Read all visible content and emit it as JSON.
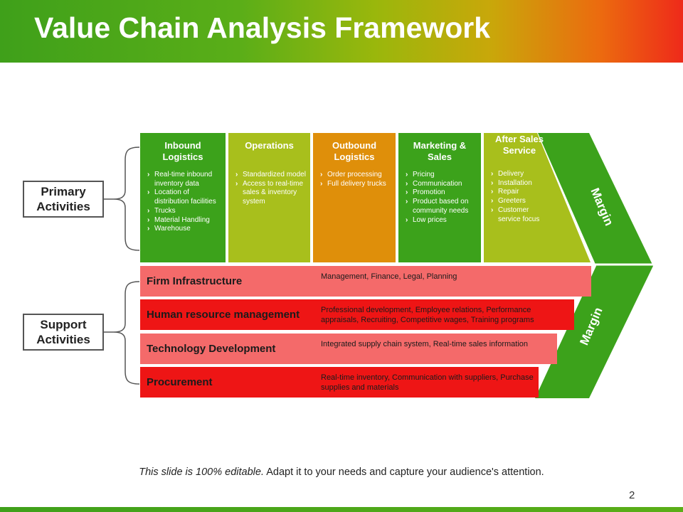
{
  "title": "Value Chain Analysis Framework",
  "groups": {
    "primary": "Primary Activities",
    "support": "Support Activities"
  },
  "primary_activities": [
    {
      "heading": "Inbound Logistics",
      "items": [
        "Real-time inbound inventory data",
        "Location of distribution facilities",
        "Trucks",
        "Material Handling",
        "Warehouse"
      ]
    },
    {
      "heading": "Operations",
      "items": [
        "Standardized model",
        "Access to real-time sales & inventory system"
      ]
    },
    {
      "heading": "Outbound Logistics",
      "items": [
        "Order processing",
        "Full delivery trucks"
      ]
    },
    {
      "heading": "Marketing & Sales",
      "items": [
        "Pricing",
        "Communication",
        "Promotion",
        "Product based on community needs",
        "Low prices"
      ]
    },
    {
      "heading": "After Sales Service",
      "items": [
        "Delivery",
        "Installation",
        "Repair",
        "Greeters",
        "Customer service focus"
      ]
    }
  ],
  "support_activities": [
    {
      "title": "Firm Infrastructure",
      "description": "Management, Finance, Legal, Planning"
    },
    {
      "title": "Human resource management",
      "description": "Professional development, Employee relations, Performance appraisals, Recruiting, Competitive wages, Training programs"
    },
    {
      "title": "Technology Development",
      "description": "Integrated supply chain system, Real-time sales information"
    },
    {
      "title": "Procurement",
      "description": "Real-time inventory, Communication with suppliers, Purchase supplies and materials"
    }
  ],
  "margin_labels": [
    "Margin",
    "Margin"
  ],
  "footnote": {
    "italic": "This slide is 100% editable.",
    "rest": " Adapt it to your needs and capture your audience's attention."
  },
  "page_number": "2",
  "colors": {
    "green": "#3ca21b",
    "lime": "#a8bf1c",
    "orange": "#df8f0a",
    "light_red": "#f46a6a",
    "red": "#ee1515"
  }
}
